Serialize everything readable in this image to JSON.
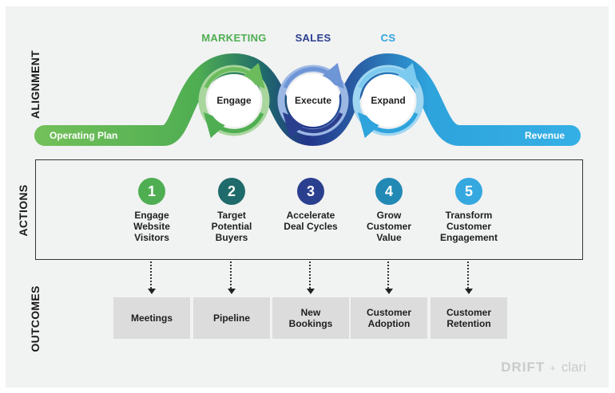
{
  "section_labels": {
    "alignment": "ALIGNMENT",
    "actions": "ACTIONS",
    "outcomes": "OUTCOMES"
  },
  "functions": [
    {
      "label": "MARKETING",
      "color": "#4fae52"
    },
    {
      "label": "SALES",
      "color": "#2b3f8f"
    },
    {
      "label": "CS",
      "color": "#2ea3dc"
    }
  ],
  "loops": [
    {
      "label": "Engage"
    },
    {
      "label": "Execute"
    },
    {
      "label": "Expand"
    }
  ],
  "flow": {
    "start_label": "Operating Plan",
    "end_label": "Revenue"
  },
  "actions": [
    {
      "number": "1",
      "text": "Engage\nWebsite\nVisitors",
      "color": "#4fae52"
    },
    {
      "number": "2",
      "text": "Target\nPotential\nBuyers",
      "color": "#1f6a6a"
    },
    {
      "number": "3",
      "text": "Accelerate\nDeal Cycles",
      "color": "#2b3f8f"
    },
    {
      "number": "4",
      "text": "Grow\nCustomer\nValue",
      "color": "#2289b5"
    },
    {
      "number": "5",
      "text": "Transform\nCustomer\nEngagement",
      "color": "#35a8e0"
    }
  ],
  "outcomes": [
    {
      "text": "Meetings"
    },
    {
      "text": "Pipeline"
    },
    {
      "text": "New\nBookings"
    },
    {
      "text": "Customer\nAdoption"
    },
    {
      "text": "Customer\nRetention"
    }
  ],
  "brand": {
    "left": "DRIFT",
    "plus": "+",
    "right": "clari"
  }
}
